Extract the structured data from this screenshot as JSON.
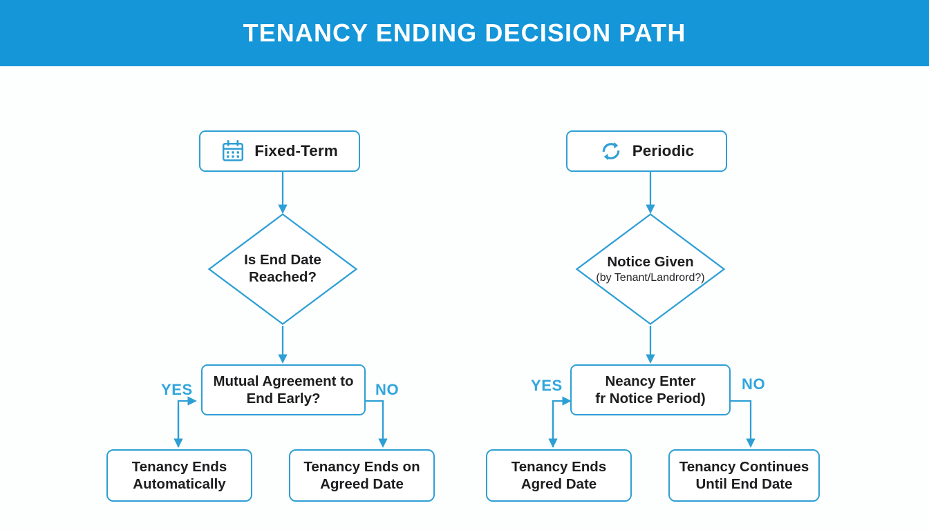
{
  "header": {
    "title": "TENANCY ENDING DECISION PATH",
    "bar_color": "#1496d8",
    "title_color": "#ffffff"
  },
  "theme": {
    "background": "#fdfefe",
    "node_border": "#2e9fd4",
    "node_fill": "#ffffff",
    "connector": "#2e9fd4",
    "text": "#1d1d1f",
    "branch_label_color": "#30a6dd"
  },
  "flowchart": {
    "type": "decision-tree",
    "branches": [
      {
        "id": "fixed-term",
        "start": {
          "label": "Fixed-Term",
          "icon": "calendar-icon"
        },
        "decision": {
          "line1": "Is End Date",
          "line2": "Reached?"
        },
        "process": {
          "line1": "Mutual Agreement to",
          "line2": "End Early?"
        },
        "yes_label": "YES",
        "no_label": "NO",
        "outcome_yes": {
          "line1": "Tenancy Ends",
          "line2": "Automatically"
        },
        "outcome_no": {
          "line1": "Tenancy Ends on",
          "line2": "Agreed Date"
        }
      },
      {
        "id": "periodic",
        "start": {
          "label": "Periodic",
          "icon": "cycle-arrows-icon"
        },
        "decision": {
          "line1": "Notice Given",
          "line2": "(by Tenant/Landrord?)"
        },
        "process": {
          "line1": "Neancy Enter",
          "line2": "fr Notice Period)"
        },
        "yes_label": "YES",
        "no_label": "NO",
        "outcome_yes": {
          "line1": "Tenancy Ends",
          "line2": "Agred Date"
        },
        "outcome_no": {
          "line1": "Tenancy Continues",
          "line2": "Until End Date"
        }
      }
    ]
  }
}
